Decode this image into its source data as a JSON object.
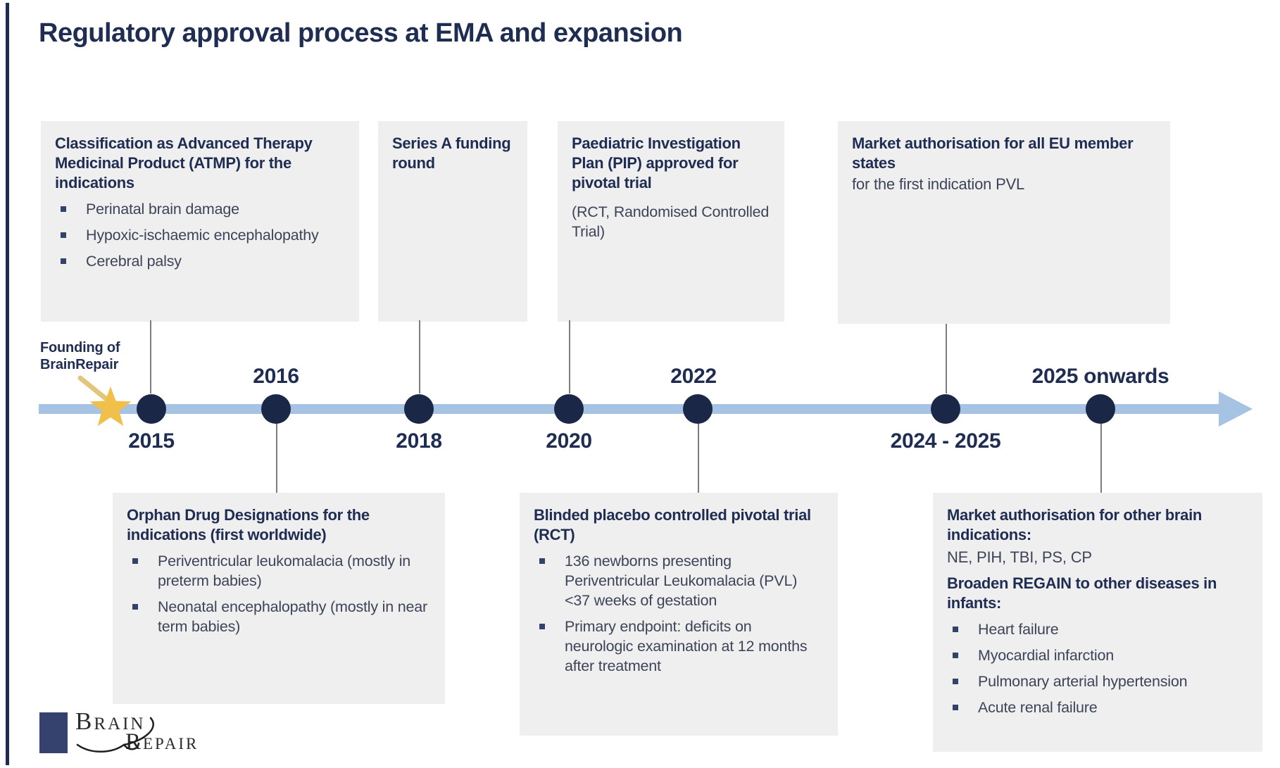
{
  "title": "Regulatory approval process at EMA and expansion",
  "founding": {
    "line1": "Founding of",
    "line2": "BrainRepair"
  },
  "colors": {
    "navy": "#1f2d52",
    "dot_navy": "#1b2747",
    "timeline_blue": "#a7c3e3",
    "box_gray": "#efefef",
    "star_gold": "#f0c04a",
    "arrow_gold": "#e2c67a",
    "body_text": "#3d4458"
  },
  "timeline": {
    "years": {
      "y2015": "2015",
      "y2016": "2016",
      "y2018": "2018",
      "y2020": "2020",
      "y2022": "2022",
      "y2024": "2024 - 2025",
      "y2025": "2025 onwards"
    }
  },
  "boxes": {
    "atmp": {
      "title": "Classification as Advanced Therapy Medicinal Product (ATMP) for the indications",
      "bullets": [
        "Perinatal brain damage",
        "Hypoxic-ischaemic encephalopathy",
        "Cerebral palsy"
      ]
    },
    "series_a": {
      "title": "Series A funding round"
    },
    "pip": {
      "title": "Paediatric Investigation Plan (PIP) approved for pivotal trial",
      "body": "(RCT, Randomised Controlled Trial)"
    },
    "ma_eu": {
      "title": "Market authorisation for all EU member states",
      "body": "for the first indication PVL"
    },
    "orphan": {
      "title": "Orphan Drug Designations for the indications (first worldwide)",
      "bullets": [
        "Periventricular leukomalacia (mostly in preterm babies)",
        "Neonatal encephalopathy (mostly in near term babies)"
      ]
    },
    "rct": {
      "title": "Blinded placebo controlled pivotal trial (RCT)",
      "bullets": [
        "136 newborns presenting Periventricular Leukomalacia (PVL) <37 weeks of gestation",
        "Primary endpoint: deficits on neurologic examination at 12 months after treatment"
      ]
    },
    "ma_other": {
      "title": "Market authorisation for other brain indications:",
      "body": "NE, PIH, TBI, PS, CP",
      "title2": "Broaden REGAIN to other diseases in infants:",
      "bullets": [
        "Heart failure",
        "Myocardial infarction",
        "Pulmonary arterial hypertension",
        "Acute renal failure"
      ]
    }
  },
  "logo": {
    "word1": "Brain",
    "word2": "Repair"
  }
}
